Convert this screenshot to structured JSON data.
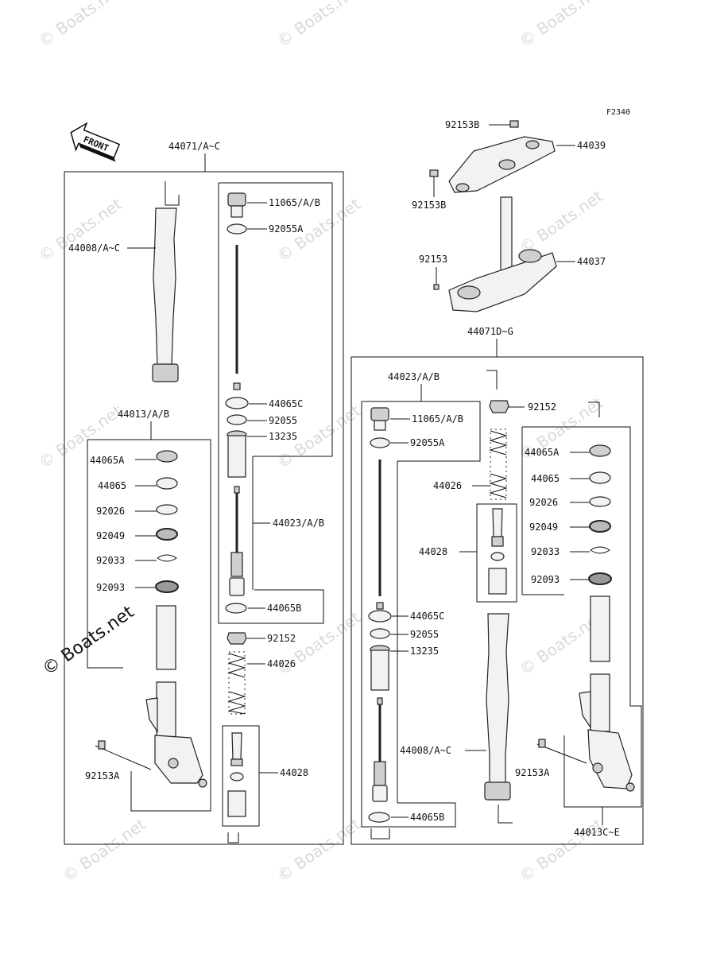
{
  "figure_code": "F2340",
  "front_label": "FRONT",
  "watermark": "© Boats.net",
  "assemblies": {
    "left_fork": "44071/A~C",
    "right_fork": "44071D~G",
    "inner_left": "44023/A/B",
    "inner_right": "44023/A/B",
    "outer_left": "44013/A/B",
    "outer_right": "44013C~E"
  },
  "labels": {
    "p44008_l": "44008/A~C",
    "p11065_l": "11065/A/B",
    "p92055A_l": "92055A",
    "p44065C_l": "44065C",
    "p92055_l": "92055",
    "p13235_l": "13235",
    "p44023_l": "44023/A/B",
    "p44065B_l": "44065B",
    "p44065A_l": "44065A",
    "p44065_l": "44065",
    "p92026_l": "92026",
    "p92049_l": "92049",
    "p92033_l": "92033",
    "p92093_l": "92093",
    "p92152_l": "92152",
    "p44026_l": "44026",
    "p44028_l": "44028",
    "p92153A_l": "92153A",
    "p92153B_a": "92153B",
    "p44039": "44039",
    "p92153B_b": "92153B",
    "p92153": "92153",
    "p44037": "44037",
    "p92152_r": "92152",
    "p11065_r": "11065/A/B",
    "p92055A_r": "92055A",
    "p44026_r": "44026",
    "p44065A_r": "44065A",
    "p44065_r": "44065",
    "p92026_r": "92026",
    "p92049_r": "92049",
    "p44028_r": "44028",
    "p92033_r": "92033",
    "p92093_r": "92093",
    "p44065C_r": "44065C",
    "p92055_r": "92055",
    "p13235_r": "13235",
    "p44008_r": "44008/A~C",
    "p92153A_r": "92153A",
    "p44065B_r": "44065B"
  }
}
